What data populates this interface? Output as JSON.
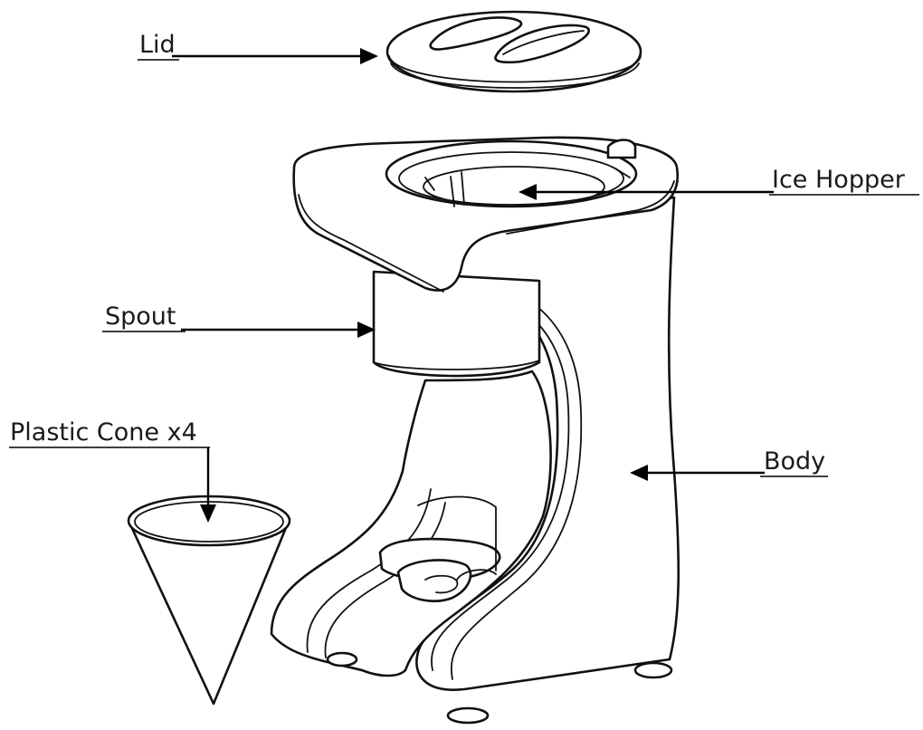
{
  "labels": {
    "lid": "Lid",
    "ice_hopper": "Ice Hopper",
    "spout": "Spout",
    "plastic_cone": "Plastic Cone x4",
    "body": "Body"
  }
}
